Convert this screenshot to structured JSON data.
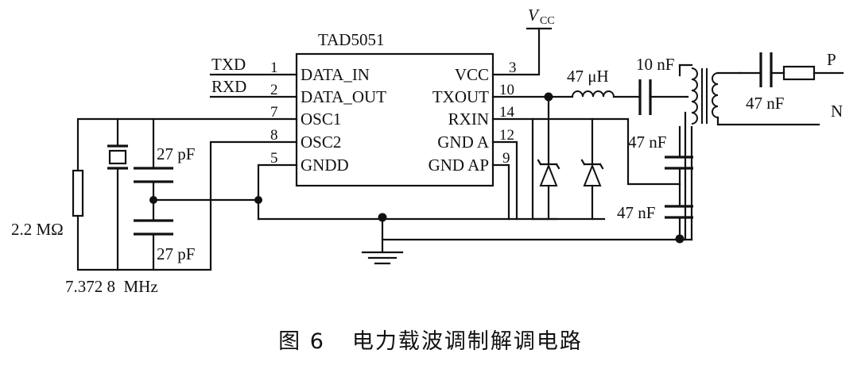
{
  "chip": {
    "name": "TAD5051",
    "left_pins": [
      {
        "num": "1",
        "name": "DATA_IN"
      },
      {
        "num": "2",
        "name": "DATA_OUT"
      },
      {
        "num": "7",
        "name": "OSC1"
      },
      {
        "num": "8",
        "name": "OSC2"
      },
      {
        "num": "5",
        "name": "GNDD"
      }
    ],
    "right_pins": [
      {
        "num": "3",
        "name": "VCC"
      },
      {
        "num": "10",
        "name": "TXOUT"
      },
      {
        "num": "14",
        "name": "RXIN"
      },
      {
        "num": "12",
        "name": "GND A"
      },
      {
        "num": "9",
        "name": "GND AP"
      }
    ]
  },
  "signals": {
    "txd": "TXD",
    "rxd": "RXD"
  },
  "supply": {
    "symbol": "V",
    "subscript": "CC"
  },
  "components": {
    "resistor": "2.2 MΩ",
    "crystal": "7.372 8  MHz",
    "cap_osc_top": "27 pF",
    "cap_osc_bottom": "27 pF",
    "inductor": "47 μH",
    "cap_series": "10 nF",
    "cap_shunt_1": "47 nF",
    "cap_shunt_2": "47 nF",
    "cap_output": "47 nF"
  },
  "outputs": {
    "p": "P",
    "n": "N"
  },
  "caption": {
    "number": "图 6",
    "title": "电力载波调制解调电路"
  }
}
